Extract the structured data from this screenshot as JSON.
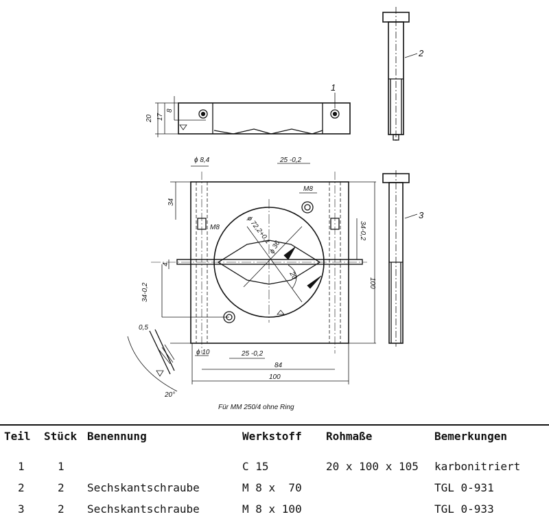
{
  "callouts": {
    "part1": "1",
    "part2": "2",
    "part3": "3"
  },
  "dimensions": {
    "d20": "20",
    "d17": "17",
    "d8": "8",
    "phi84": "ϕ 8,4",
    "d25_top": "25 -0,2",
    "m8_top": "M8",
    "d34_left": "34",
    "m8_left": "M8",
    "phi72": "ϕ 72,2+0,1",
    "phi36": "ϕ 36",
    "d34_right": "34-0,2",
    "d100_right": "100",
    "d4": "4",
    "d34_left_low": "34-0,2",
    "d20deg_mid": "20",
    "d05": "0,5",
    "d20deg": "20°",
    "phi10": "ϕ 10",
    "d25_bottom": "25 -0,2",
    "d84": "84",
    "d100_bottom": "100"
  },
  "caption": "Für MM 250/4 ohne Ring",
  "table": {
    "headers": [
      "Teil",
      "Stück",
      "Benennung",
      "Werkstoff",
      "Rohmaße",
      "Bemerkungen"
    ],
    "rows": [
      [
        "1",
        "1",
        "",
        "C 15",
        "20 x 100 x 105",
        "karbonitriert"
      ],
      [
        "2",
        "2",
        "Sechskantschraube",
        "M 8 x  70",
        "",
        "TGL 0-931"
      ],
      [
        "3",
        "2",
        "Sechskantschraube",
        "M 8 x 100",
        "",
        "TGL 0-933"
      ]
    ]
  }
}
